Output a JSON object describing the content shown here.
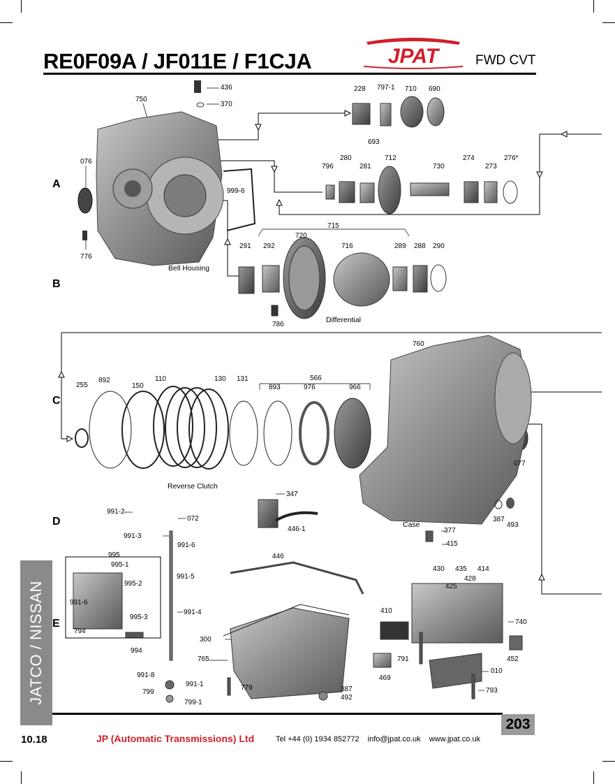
{
  "header": {
    "title": "RE0F09A / JF011E / F1CJA",
    "brand": "JPAT",
    "subtitle": "FWD CVT",
    "brand_color": "#d0202a"
  },
  "sections": [
    "A",
    "B",
    "C",
    "D",
    "E"
  ],
  "captions": {
    "bell_housing": "Bell Housing",
    "differential": "Differential",
    "reverse_clutch": "Reverse Clutch",
    "case": "Case"
  },
  "callouts": {
    "c436": "436",
    "c370": "370",
    "c750": "750",
    "c228": "228",
    "c797_1": "797-1",
    "c710": "710",
    "c690": "690",
    "c693": "693",
    "c076": "076",
    "c796": "796",
    "c280": "280",
    "c281": "281",
    "c712": "712",
    "c730": "730",
    "c274": "274",
    "c273": "273",
    "c276": "276*",
    "c999_6": "999-6",
    "c776": "776",
    "c715": "715",
    "c720": "720",
    "c291": "291",
    "c292": "292",
    "c716": "716",
    "c289": "289",
    "c288": "288",
    "c290": "290",
    "c786": "786",
    "c760": "760",
    "c255": "255",
    "c892": "892",
    "c150": "150",
    "c110": "110",
    "c130": "130",
    "c131": "131",
    "c566": "566",
    "c893": "893",
    "c976": "976",
    "c966": "966",
    "c077": "077",
    "c347": "347",
    "c446_1": "446-1",
    "c991_2": "991-2",
    "c072": "072",
    "c991_3": "991-3",
    "c991_6": "991-6",
    "c995": "995",
    "c995_1": "995-1",
    "c995_2": "995-2",
    "c991_6b": "991-6",
    "c995_3": "995-3",
    "c794": "794",
    "c991_5": "991-5",
    "c991_4": "991-4",
    "c994": "994",
    "c446": "446",
    "c387": "387",
    "c493": "493",
    "c377": "377",
    "c415": "415",
    "c430": "430",
    "c435": "435",
    "c414": "414",
    "c425": "425",
    "c428": "428",
    "c410": "410",
    "c740": "740",
    "c300": "300",
    "c765": "765",
    "c791": "791",
    "c452": "452",
    "c469": "469",
    "c010": "010",
    "c991_8": "991-8",
    "c991_1": "991-1",
    "c799": "799",
    "c799_1": "799-1",
    "c779": "779",
    "c387b": "387",
    "c492": "492",
    "c793": "793"
  },
  "sidebar": {
    "label": "JATCO / NISSAN"
  },
  "footer": {
    "section_number": "10.18",
    "company": "JP (Automatic Transmissions) Ltd",
    "tel": "Tel +44 (0) 1934 852772",
    "email": "info@jpat.co.uk",
    "web": "www.jpat.co.uk",
    "page_number": "203"
  }
}
